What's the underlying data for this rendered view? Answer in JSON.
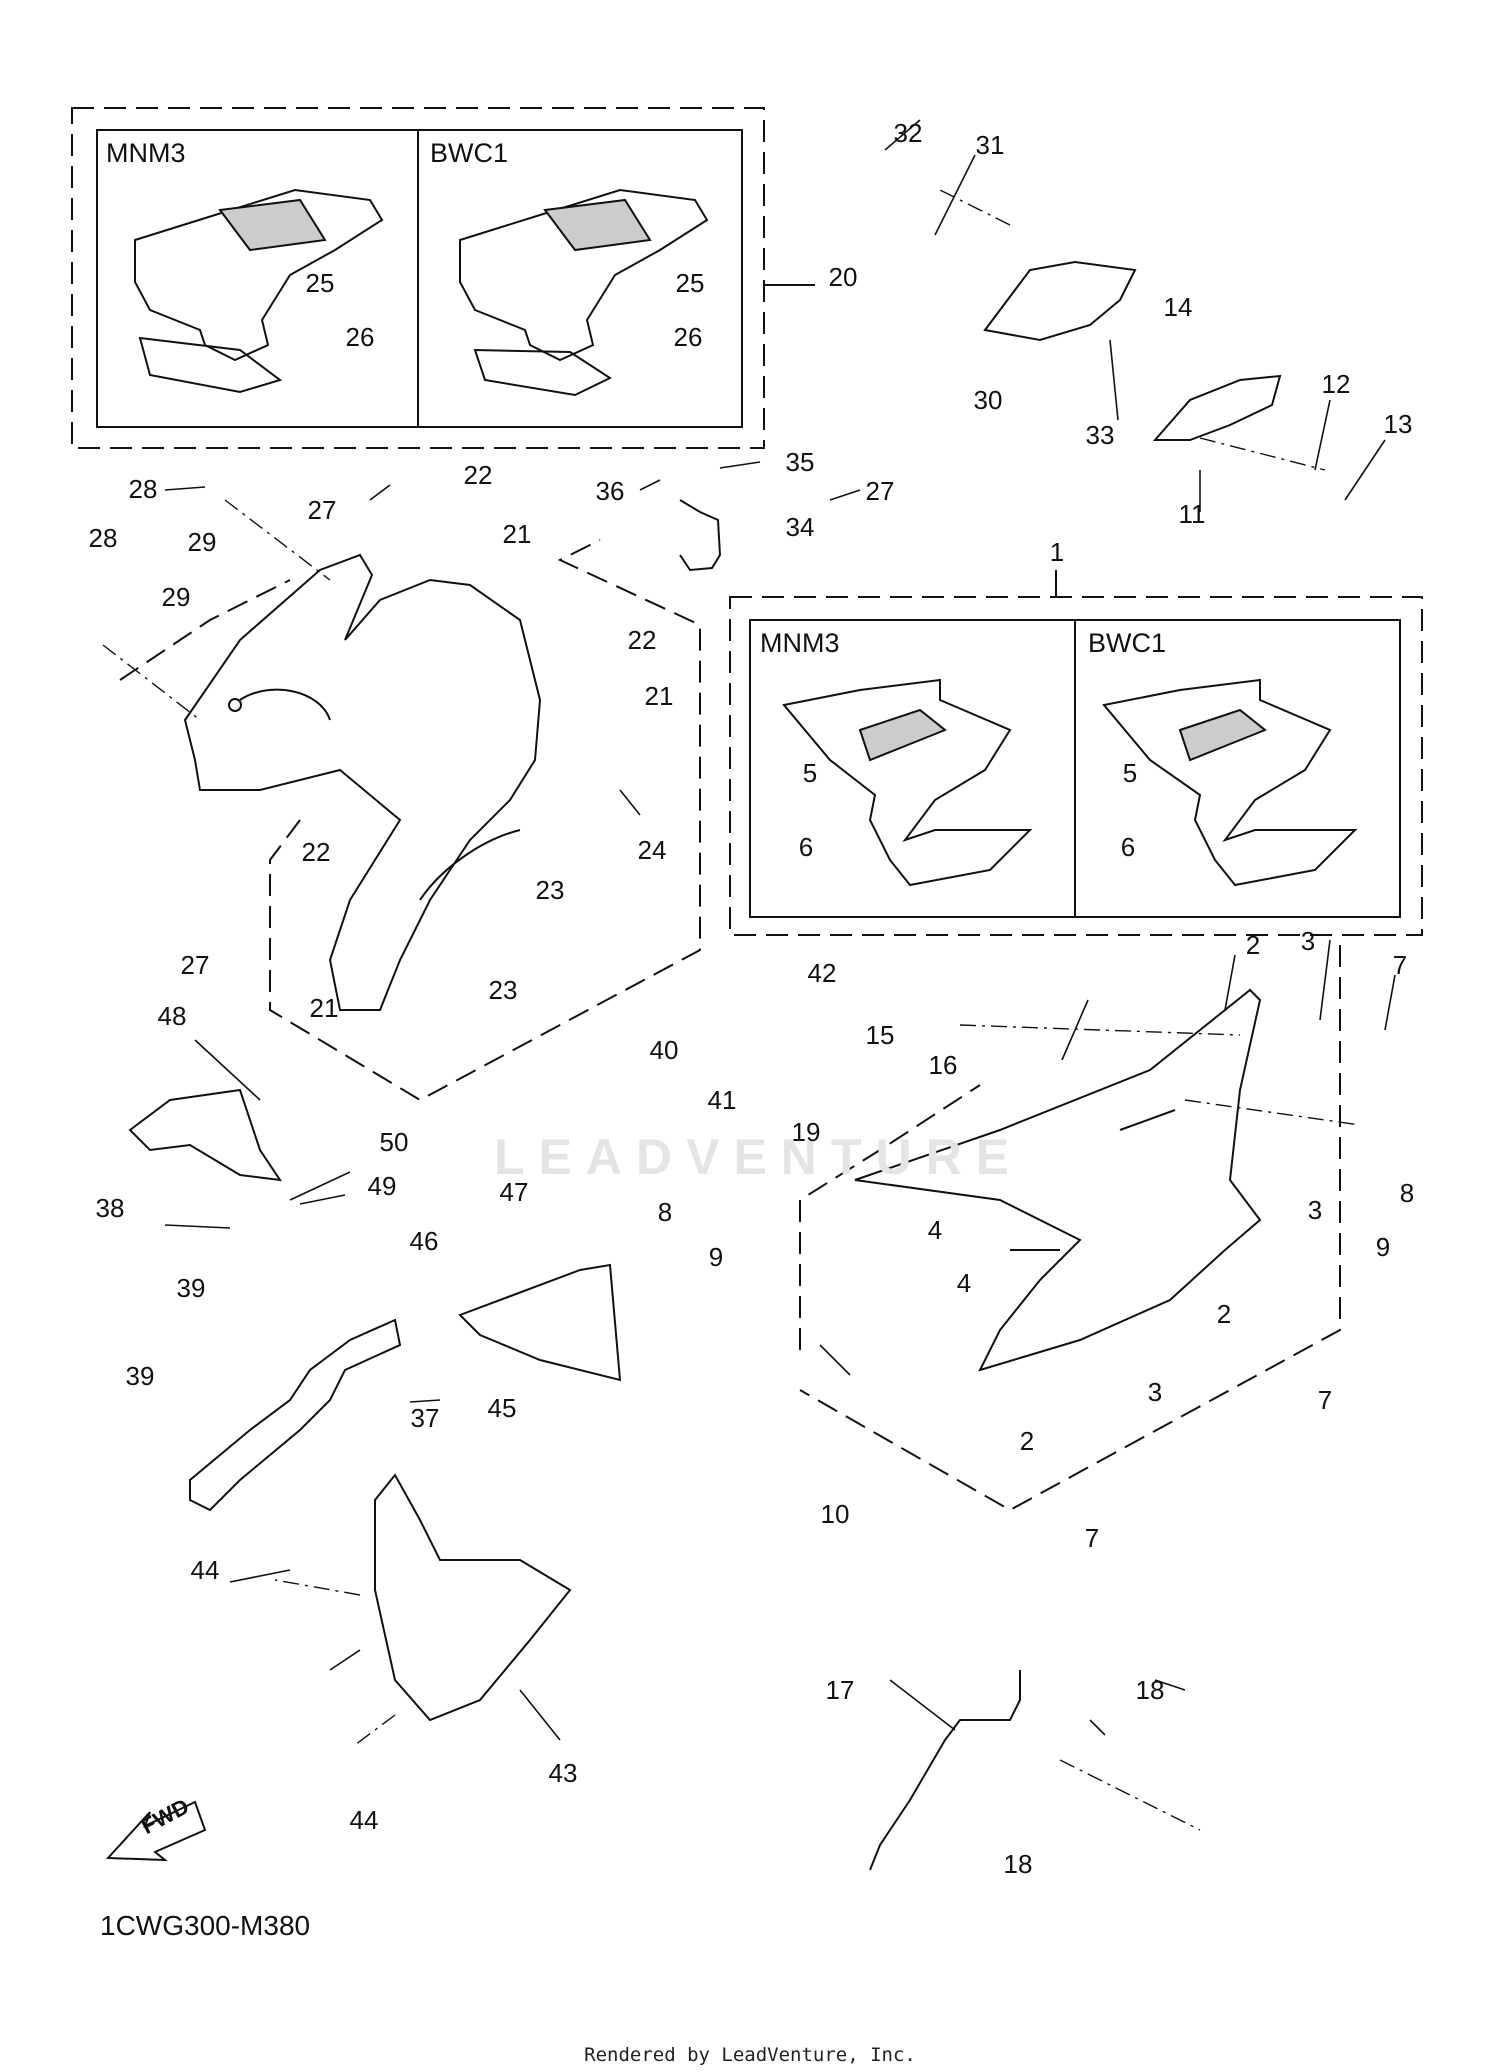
{
  "diagram": {
    "code": "1CWG300-M380",
    "footer": "Rendered by LeadVenture, Inc.",
    "watermark": "LEADVENTURE",
    "fwd": "FWD"
  },
  "panels": [
    {
      "title": "MNM3",
      "labels": [
        "25",
        "26"
      ]
    },
    {
      "title": "BWC1",
      "labels": [
        "25",
        "26"
      ]
    },
    {
      "title": "MNM3",
      "labels": [
        "5",
        "6"
      ]
    },
    {
      "title": "BWC1",
      "labels": [
        "5",
        "6"
      ]
    }
  ],
  "labels": [
    "32",
    "31",
    "20",
    "14",
    "12",
    "13",
    "30",
    "33",
    "11",
    "28",
    "29",
    "27",
    "22",
    "21",
    "28",
    "29",
    "36",
    "35",
    "34",
    "27",
    "22",
    "21",
    "24",
    "1",
    "22",
    "23",
    "27",
    "21",
    "23",
    "42",
    "15",
    "16",
    "2",
    "3",
    "7",
    "48",
    "40",
    "41",
    "19",
    "8",
    "50",
    "49",
    "8",
    "9",
    "38",
    "47",
    "46",
    "4",
    "9",
    "3",
    "39",
    "4",
    "2",
    "7",
    "39",
    "37",
    "45",
    "3",
    "2",
    "10",
    "7",
    "44",
    "17",
    "18",
    "43",
    "44",
    "18"
  ]
}
